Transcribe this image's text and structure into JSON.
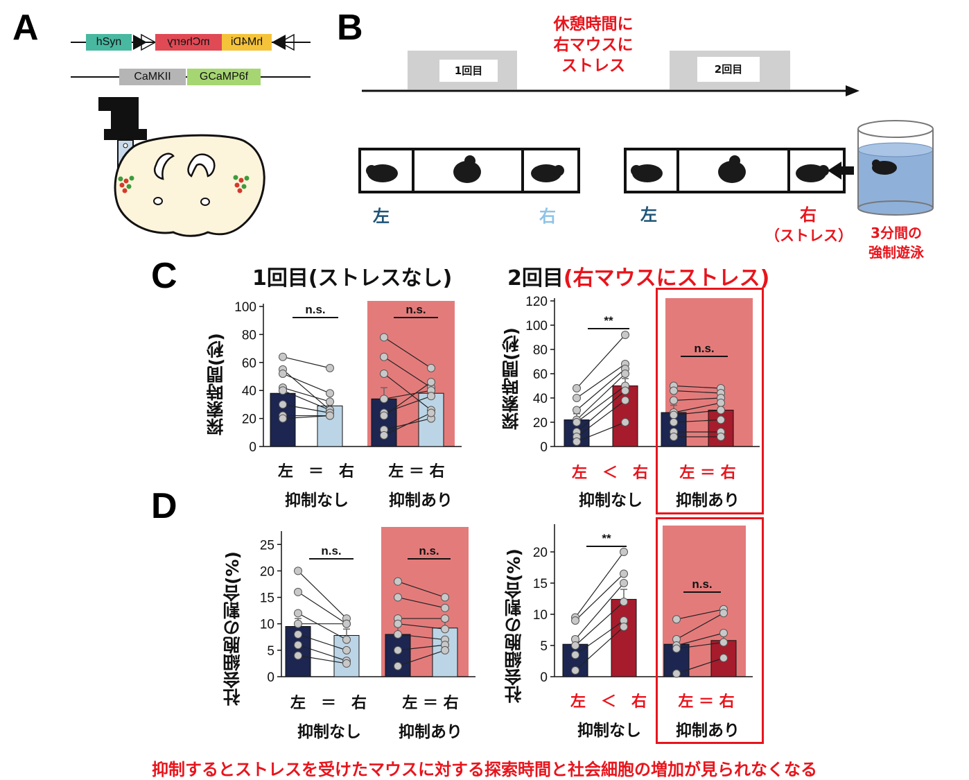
{
  "panels": {
    "A": "A",
    "B": "B",
    "C": "C",
    "D": "D"
  },
  "panel_a": {
    "construct1": [
      "hSyn",
      "mCherry",
      "hM4Di"
    ],
    "construct2": [
      "CaMKII",
      "GCaMP6f"
    ]
  },
  "panel_b": {
    "rest_note": [
      "休憩時間に",
      "右マウスに",
      "ストレス"
    ],
    "session1": "1回目",
    "session2": "2回目",
    "left1": "左",
    "right1": "右",
    "left2": "左",
    "right2": "右",
    "stress_paren": "（ストレス）",
    "swim_note": [
      "3分間の",
      "強制遊泳"
    ]
  },
  "panel_c": {
    "title1": "1回目(ストレスなし)",
    "title2_prefix": "2回目",
    "title2_suffix": "(右マウスにストレス)",
    "ylabel": "探索時間(秒)"
  },
  "panel_d": {
    "ylabel": "社会細胞の割合(%)"
  },
  "labels": {
    "cmp_eq": "左　＝　右",
    "cmp_eq_short": "左 ＝ 右",
    "cmp_lt": "左　＜　右",
    "no_suppress": "抑制なし",
    "suppress": "抑制あり",
    "ns": "n.s.",
    "sig": "**"
  },
  "footer": "抑制するとストレスを受けたマウスに対する探索時間と社会細胞の増加が見られなくなる",
  "colors": {
    "dark_bar": "#1c2650",
    "light_bar": "#bcd5e6",
    "red_bar": "#a61c2c",
    "shade": "#e47b7b",
    "accent_red": "#e8141c"
  },
  "chart_data": [
    {
      "type": "bar",
      "panel": "C",
      "session": "1回目(ストレスなし)",
      "ylabel": "探索時間(秒)",
      "ylim": [
        0,
        100
      ],
      "yticks": [
        0,
        20,
        40,
        60,
        80,
        100
      ],
      "categories": [
        "抑制なし 左",
        "抑制なし 右",
        "抑制あり 左",
        "抑制あり 右"
      ],
      "values": [
        38,
        29,
        34,
        38
      ],
      "errors": [
        5,
        3,
        8,
        4
      ],
      "bar_colors": [
        "dark",
        "light",
        "dark",
        "light"
      ],
      "shaded_group": "抑制あり",
      "paired_points": [
        {
          "group": "抑制なし",
          "left": [
            64,
            55,
            52,
            42,
            40,
            30,
            22,
            20
          ],
          "right": [
            56,
            26,
            38,
            32,
            26,
            24,
            22,
            22
          ]
        },
        {
          "group": "抑制あり",
          "left": [
            78,
            64,
            52,
            34,
            24,
            22,
            12,
            8
          ],
          "right": [
            56,
            42,
            26,
            40,
            36,
            46,
            20,
            24
          ]
        }
      ],
      "significance": [
        "n.s.",
        "n.s."
      ]
    },
    {
      "type": "bar",
      "panel": "C",
      "session": "2回目(右マウスにストレス)",
      "ylabel": "探索時間(秒)",
      "ylim": [
        0,
        120
      ],
      "yticks": [
        0,
        20,
        40,
        60,
        80,
        100,
        120
      ],
      "categories": [
        "抑制なし 左",
        "抑制なし 右",
        "抑制あり 左",
        "抑制あり 右"
      ],
      "values": [
        22,
        50,
        28,
        30
      ],
      "errors": [
        5,
        6,
        6,
        4
      ],
      "bar_colors": [
        "dark",
        "red",
        "dark",
        "red"
      ],
      "shaded_group": "抑制あり",
      "paired_points": [
        {
          "group": "抑制なし",
          "left": [
            48,
            40,
            30,
            22,
            20,
            12,
            8,
            4
          ],
          "right": [
            92,
            68,
            64,
            60,
            50,
            46,
            38,
            20
          ]
        },
        {
          "group": "抑制あり",
          "left": [
            50,
            46,
            38,
            28,
            26,
            20,
            12,
            8
          ],
          "right": [
            48,
            44,
            40,
            36,
            30,
            22,
            12,
            8
          ]
        }
      ],
      "significance": [
        "**",
        "n.s."
      ]
    },
    {
      "type": "bar",
      "panel": "D",
      "session": "1回目(ストレスなし)",
      "ylabel": "社会細胞の割合(%)",
      "ylim": [
        0,
        27
      ],
      "yticks": [
        0,
        5,
        10,
        15,
        20,
        25
      ],
      "categories": [
        "抑制なし 左",
        "抑制なし 右",
        "抑制あり 左",
        "抑制あり 右"
      ],
      "values": [
        9.5,
        7.8,
        8.0,
        9.2
      ],
      "errors": [
        1.5,
        1.2,
        1.5,
        1.3
      ],
      "bar_colors": [
        "dark",
        "light",
        "dark",
        "light"
      ],
      "shaded_group": "抑制あり",
      "paired_points": [
        {
          "group": "抑制なし",
          "left": [
            20,
            16,
            12,
            10,
            8,
            6,
            4
          ],
          "right": [
            11,
            10,
            7,
            10,
            5,
            3,
            2.5
          ]
        },
        {
          "group": "抑制あり",
          "left": [
            18,
            15,
            11,
            10,
            8,
            5,
            2
          ],
          "right": [
            15,
            13,
            11,
            9,
            7,
            6,
            5
          ]
        }
      ],
      "significance": [
        "n.s.",
        "n.s."
      ]
    },
    {
      "type": "bar",
      "panel": "D",
      "session": "2回目(右マウスにストレス)",
      "ylabel": "社会細胞の割合(%)",
      "ylim": [
        0,
        24
      ],
      "yticks": [
        0,
        5,
        10,
        15,
        20
      ],
      "categories": [
        "抑制なし 左",
        "抑制なし 右",
        "抑制あり 左",
        "抑制あり 右"
      ],
      "values": [
        5.2,
        12.4,
        5.2,
        5.8
      ],
      "errors": [
        1.2,
        1.6,
        1.0,
        1.2
      ],
      "bar_colors": [
        "dark",
        "red",
        "dark",
        "red"
      ],
      "shaded_group": "抑制あり",
      "paired_points": [
        {
          "group": "抑制なし",
          "left": [
            9.5,
            9,
            6,
            5,
            3.5,
            1
          ],
          "right": [
            20,
            16.5,
            15,
            12,
            9,
            8
          ]
        },
        {
          "group": "抑制あり",
          "left": [
            9.2,
            6,
            5,
            4.5,
            0.5
          ],
          "right": [
            10.8,
            10.2,
            7,
            5.5,
            3
          ]
        }
      ],
      "significance": [
        "**",
        "n.s."
      ]
    }
  ]
}
